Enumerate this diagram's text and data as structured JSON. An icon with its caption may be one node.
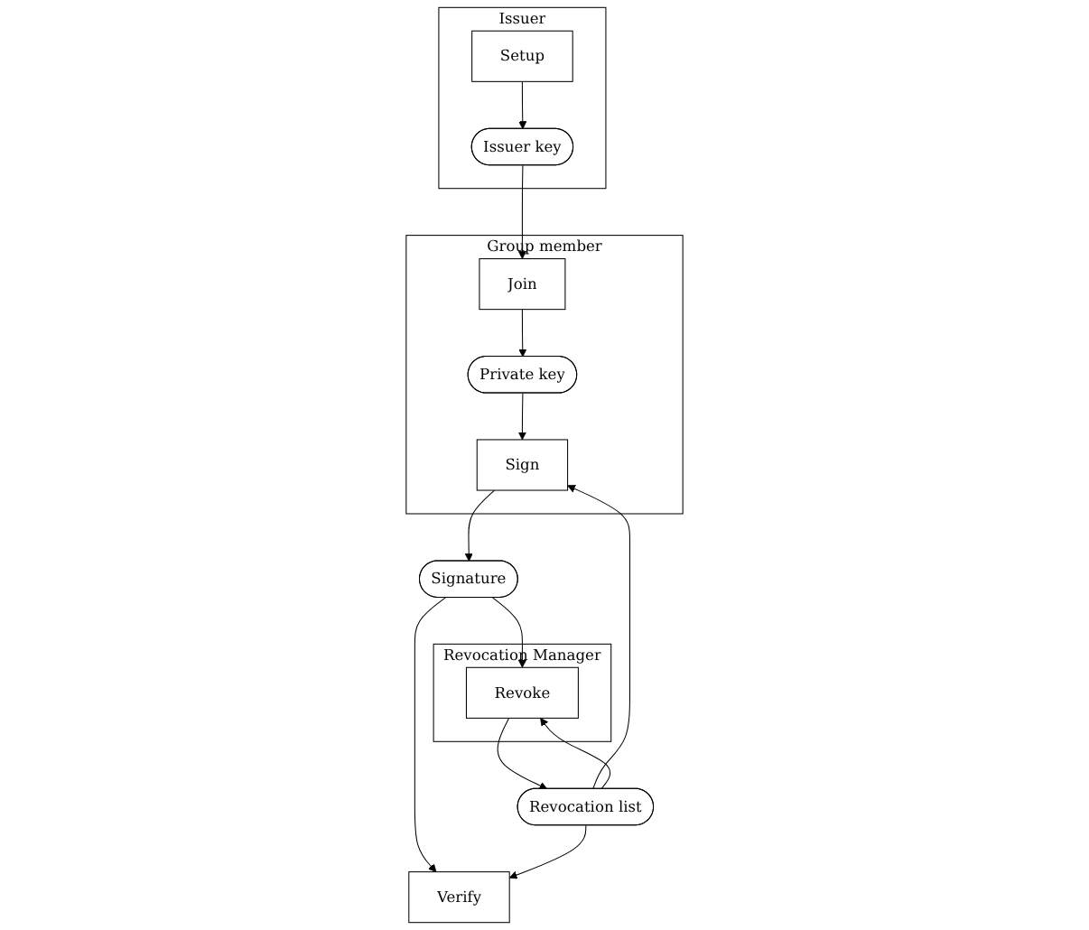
{
  "diagram": {
    "nodes": [
      {
        "text": [
          "Issuer"
        ]
      },
      {
        "text": [
          "Setup"
        ],
        "in": 0
      },
      {
        "text": [
          "Issuer key"
        ],
        "in": 0
      },
      {
        "text": [
          "Group member"
        ]
      },
      {
        "text": [
          "Join"
        ],
        "in": 3
      },
      {
        "text": [
          "Private key"
        ],
        "in": 3
      },
      {
        "text": [
          "Sign"
        ],
        "in": 3
      },
      {
        "text": [
          "Revocation Manager"
        ]
      },
      {
        "text": [
          "Revoke"
        ],
        "in": 7
      },
      {
        "text": [
          "Signature"
        ]
      },
      {
        "text": [
          "Revocation list"
        ]
      },
      {
        "text": [
          "Verify"
        ]
      }
    ],
    "edges": [
      {
        "from": 1,
        "to": 2,
        "arrow": "to"
      },
      {
        "from": 2,
        "to": 4,
        "arrow": "to"
      },
      {
        "from": 4,
        "to": 5,
        "arrow": "to"
      },
      {
        "from": 5,
        "to": 6,
        "arrow": "to"
      },
      {
        "from": 6,
        "to": 9,
        "arrow": "to"
      },
      {
        "from": 9,
        "to": 8,
        "arrow": "to"
      },
      {
        "from": 10,
        "to": 6,
        "arrow": "to"
      },
      {
        "from": 8,
        "to": 10,
        "arrow": "to"
      },
      {
        "from": 10,
        "to": 8,
        "arrow": "to"
      },
      {
        "from": 9,
        "to": 11,
        "arrow": "to"
      },
      {
        "from": 10,
        "to": 11,
        "arrow": "to"
      }
    ]
  }
}
